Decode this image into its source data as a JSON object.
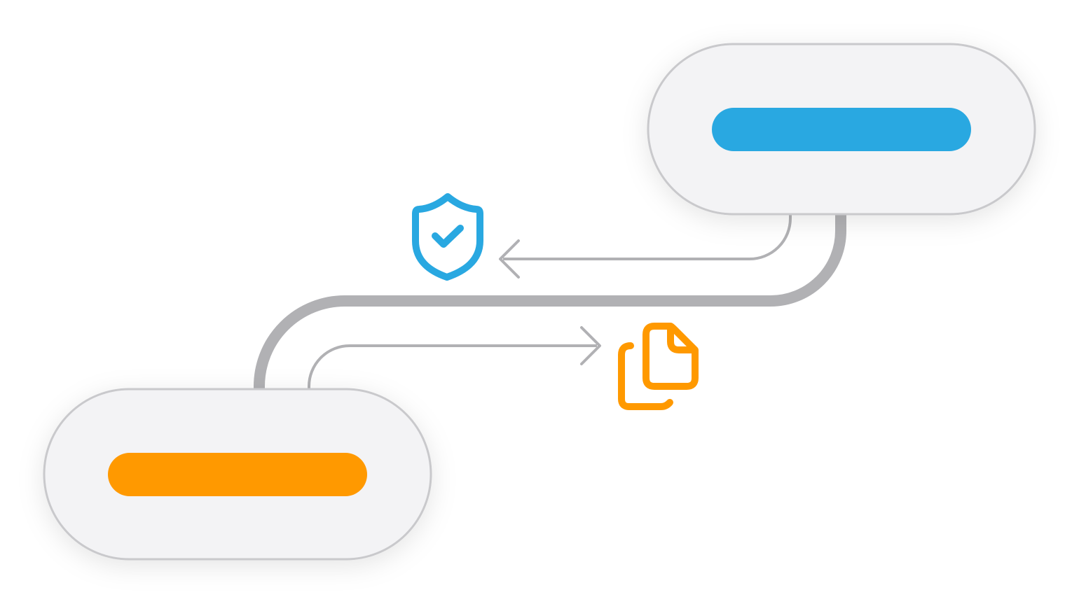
{
  "colors": {
    "background": "#ffffff",
    "node_fill": "#f3f3f5",
    "node_border": "#c9c9cc",
    "connector": "#b1b1b4",
    "server_accent": "#29a8e1",
    "client_accent": "#ff9900"
  },
  "nodes": [
    {
      "role": "server-node",
      "accent": "blue",
      "label_bar": "placeholder"
    },
    {
      "role": "client-node",
      "accent": "orange",
      "label_bar": "placeholder"
    }
  ],
  "icons": {
    "verify": "shield-check-icon",
    "documents": "copy-files-icon",
    "arrow_left": "arrow-left-icon",
    "arrow_right": "arrow-right-icon"
  }
}
